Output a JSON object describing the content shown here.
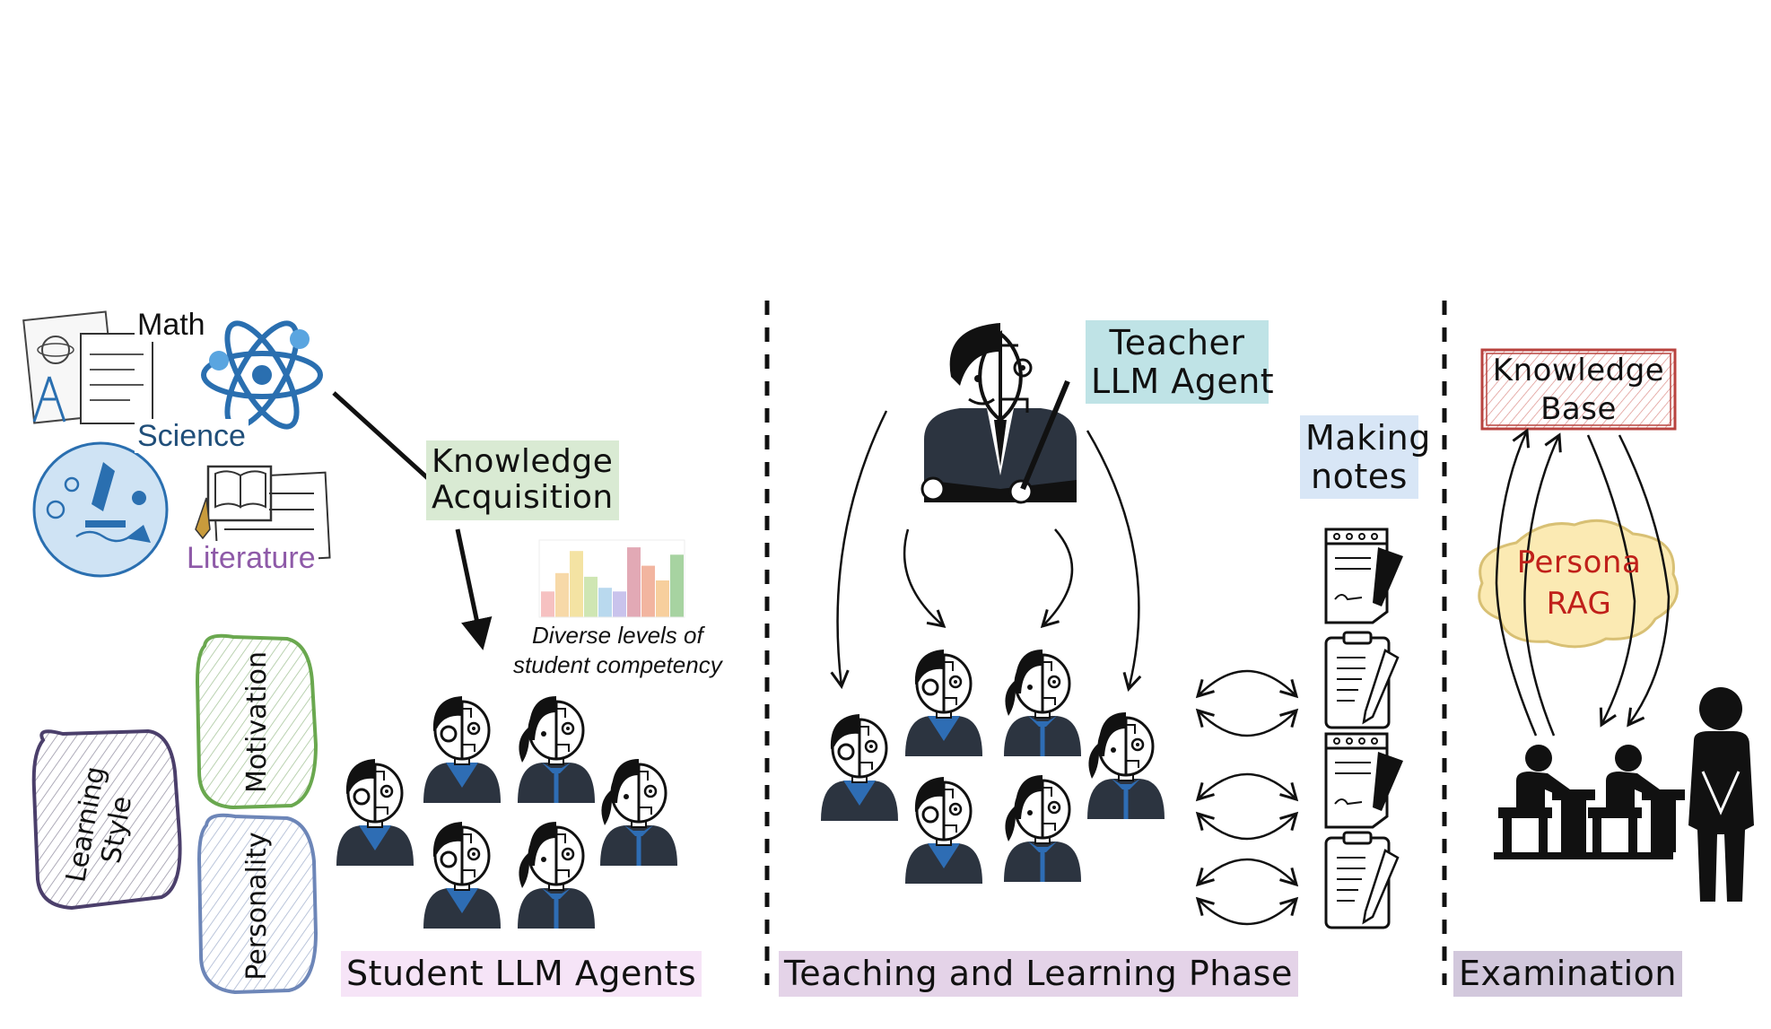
{
  "subjects": {
    "math": "Math",
    "science": "Science",
    "literature": "Literature"
  },
  "knowledge_acquisition": "Knowledge\nAcquisition",
  "competency_caption": "Diverse levels of\nstudent competency",
  "competency_bars": [
    0.35,
    0.6,
    0.9,
    0.55,
    0.4,
    0.35,
    0.95,
    0.7,
    0.5,
    0.85
  ],
  "traits": {
    "learning_style": "Learning\nStyle",
    "motivation": "Motivation",
    "personality": "Personality"
  },
  "teacher_label": "Teacher\nLLM Agent",
  "making_notes": "Making\nnotes",
  "knowledge_base": "Knowledge\nBase",
  "persona_rag": "Persona\nRAG",
  "sections": {
    "students": "Student LLM Agents",
    "teaching": "Teaching and Learning Phase",
    "exam": "Examination"
  },
  "colors": {
    "blue_icon": "#2a6fb0",
    "navy": "#2c3440",
    "student_blue": "#2e6db4",
    "knowledge_red": "#b8433f",
    "persona_fill": "#fbeab3",
    "persona_text": "#c0201a",
    "trait_learning": "#4b3f6b",
    "trait_motivation": "#6aa84f",
    "trait_personality": "#6d86b8"
  }
}
